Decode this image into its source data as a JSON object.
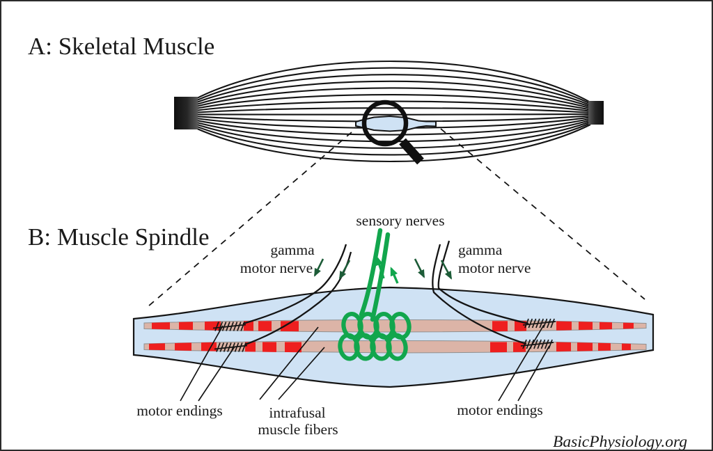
{
  "figure": {
    "panel_a_title": "A: Skeletal Muscle",
    "panel_b_title": "B: Muscle Spindle",
    "watermark": "BasicPhysiology.org"
  },
  "labels": {
    "sensory_nerves": "sensory nerves",
    "gamma_left_line1": "gamma",
    "gamma_left_line2": "motor nerve",
    "gamma_right_line1": "gamma",
    "gamma_right_line2": "motor nerve",
    "motor_endings_left": "motor endings",
    "motor_endings_right": "motor endings",
    "intrafusal_line1": "intrafusal",
    "intrafusal_line2": "muscle fibers"
  },
  "icons": {
    "magnifier": "magnifying-glass"
  },
  "colors": {
    "capsule_blue": "#cfe2f4",
    "fiber_tan": "#dcb4a7",
    "striation_red": "#ee1f1f",
    "sensory_green": "#12a64d",
    "arrow_dark_green": "#1d5c38",
    "outline_black": "#141414"
  }
}
